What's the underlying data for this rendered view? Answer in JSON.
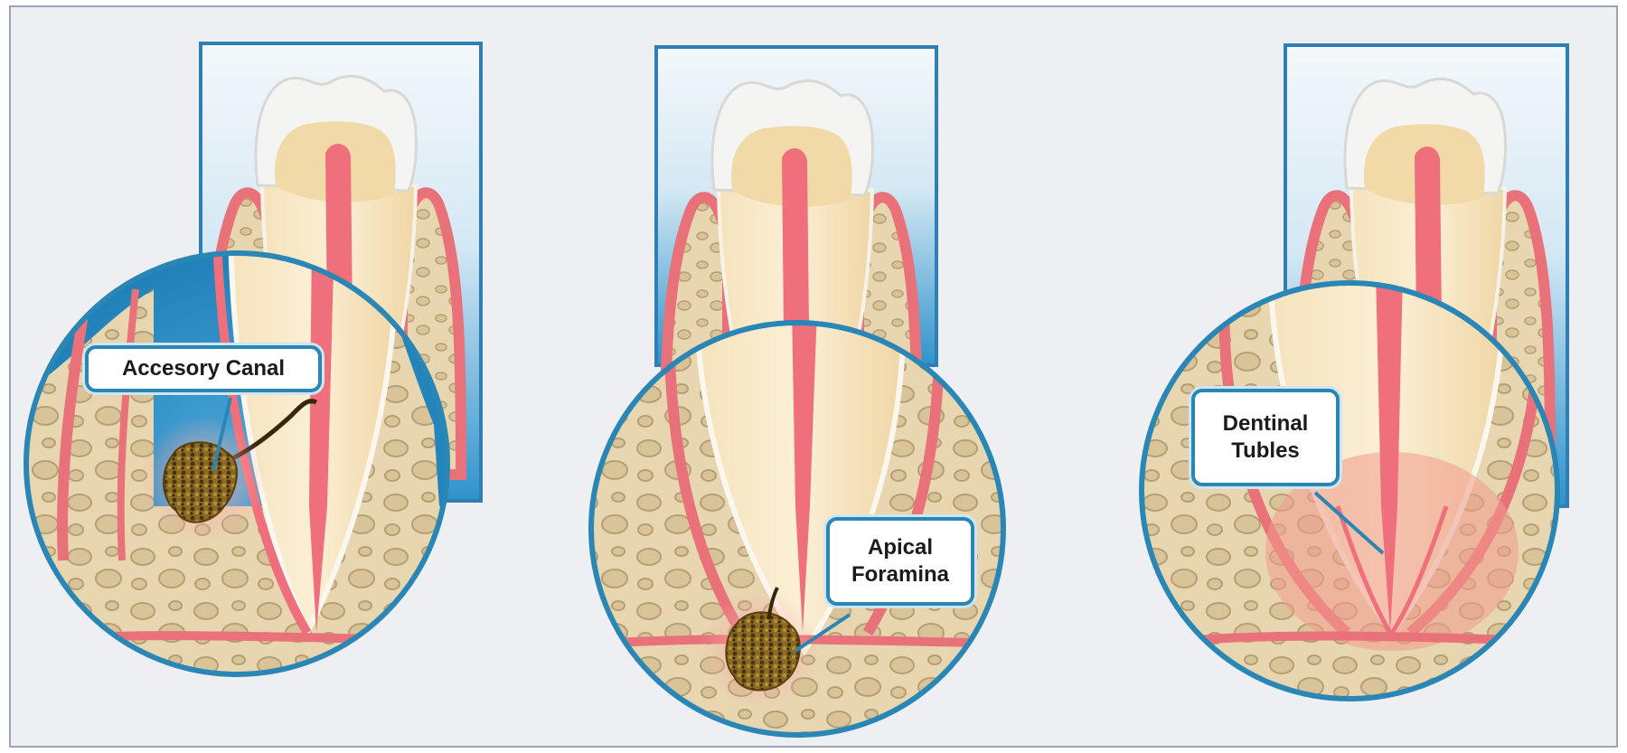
{
  "panels": [
    {
      "id": "accessory-canal",
      "label": "Accesory Canal"
    },
    {
      "id": "apical-foramina",
      "label": "Apical\nForamina"
    },
    {
      "id": "dentinal-tubules",
      "label": "Dentinal\nTubles"
    }
  ],
  "colors": {
    "background": "#eeeff2",
    "panel_sky_top": "#f4f8fb",
    "panel_sky_bottom": "#2f93cc",
    "bone": "#e6d3ad",
    "gum": "#e9727a",
    "pulp": "#ef6f7c",
    "dentin": "#f3dcae",
    "enamel": "#f4f4f2",
    "lesion": "#7a5a1c",
    "ring": "#2a86b4"
  }
}
